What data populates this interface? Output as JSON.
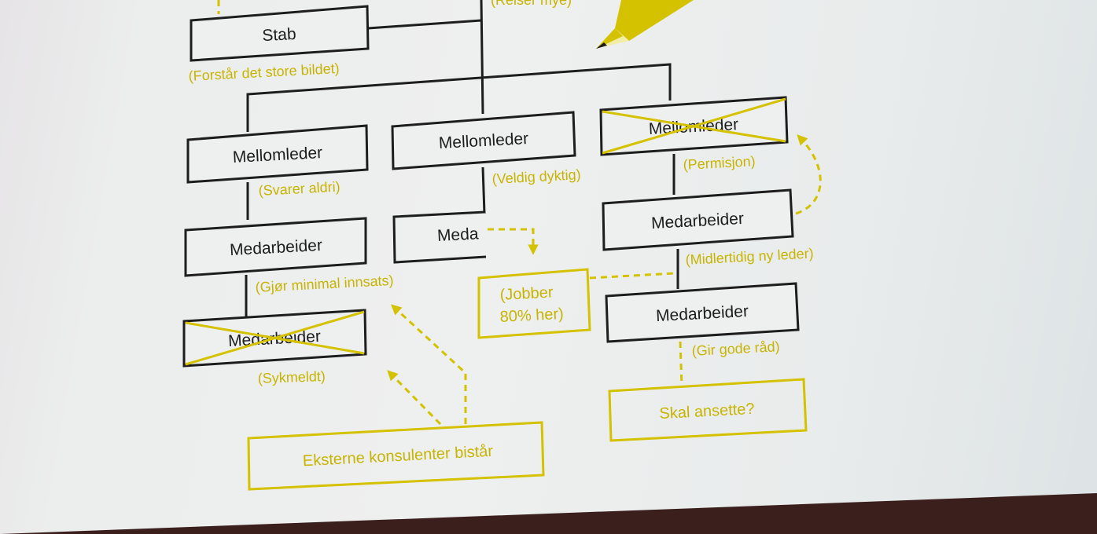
{
  "colors": {
    "line": "#1d1d1d",
    "accent": "#d4c200",
    "accent_text": "#c7b400",
    "screen": "#eceded",
    "frame": "#3a1f1c"
  },
  "icons": {
    "pencil": "pencil-icon"
  },
  "top_note": "(Reiser mye)",
  "stab": {
    "label": "Stab",
    "note": "(Forstår det store bildet)"
  },
  "column_left": {
    "manager": {
      "label": "Mellomleder",
      "note": "(Svarer aldri)"
    },
    "employee_1": {
      "label": "Medarbeider",
      "note": "(Gjør minimal innsats)"
    },
    "employee_2": {
      "label": "Medarbeider",
      "note": "(Sykmeldt)",
      "crossed_out": true
    }
  },
  "column_middle": {
    "manager": {
      "label": "Mellomleder",
      "note": "(Veldig dyktig)"
    },
    "employee": {
      "label": "Meda"
    },
    "callout": {
      "line1": "(Jobber",
      "line2": "80% her)"
    }
  },
  "column_right": {
    "manager": {
      "label": "Mellomleder",
      "note": "(Permisjon)",
      "crossed_out": true
    },
    "employee_1": {
      "label": "Medarbeider",
      "note": "(Midlertidig ny leder)"
    },
    "employee_2": {
      "label": "Medarbeider",
      "note": "(Gir gode råd)"
    },
    "callout": {
      "label": "Skal ansette?"
    }
  },
  "consultants": {
    "label": "Eksterne konsulenter bistår"
  }
}
